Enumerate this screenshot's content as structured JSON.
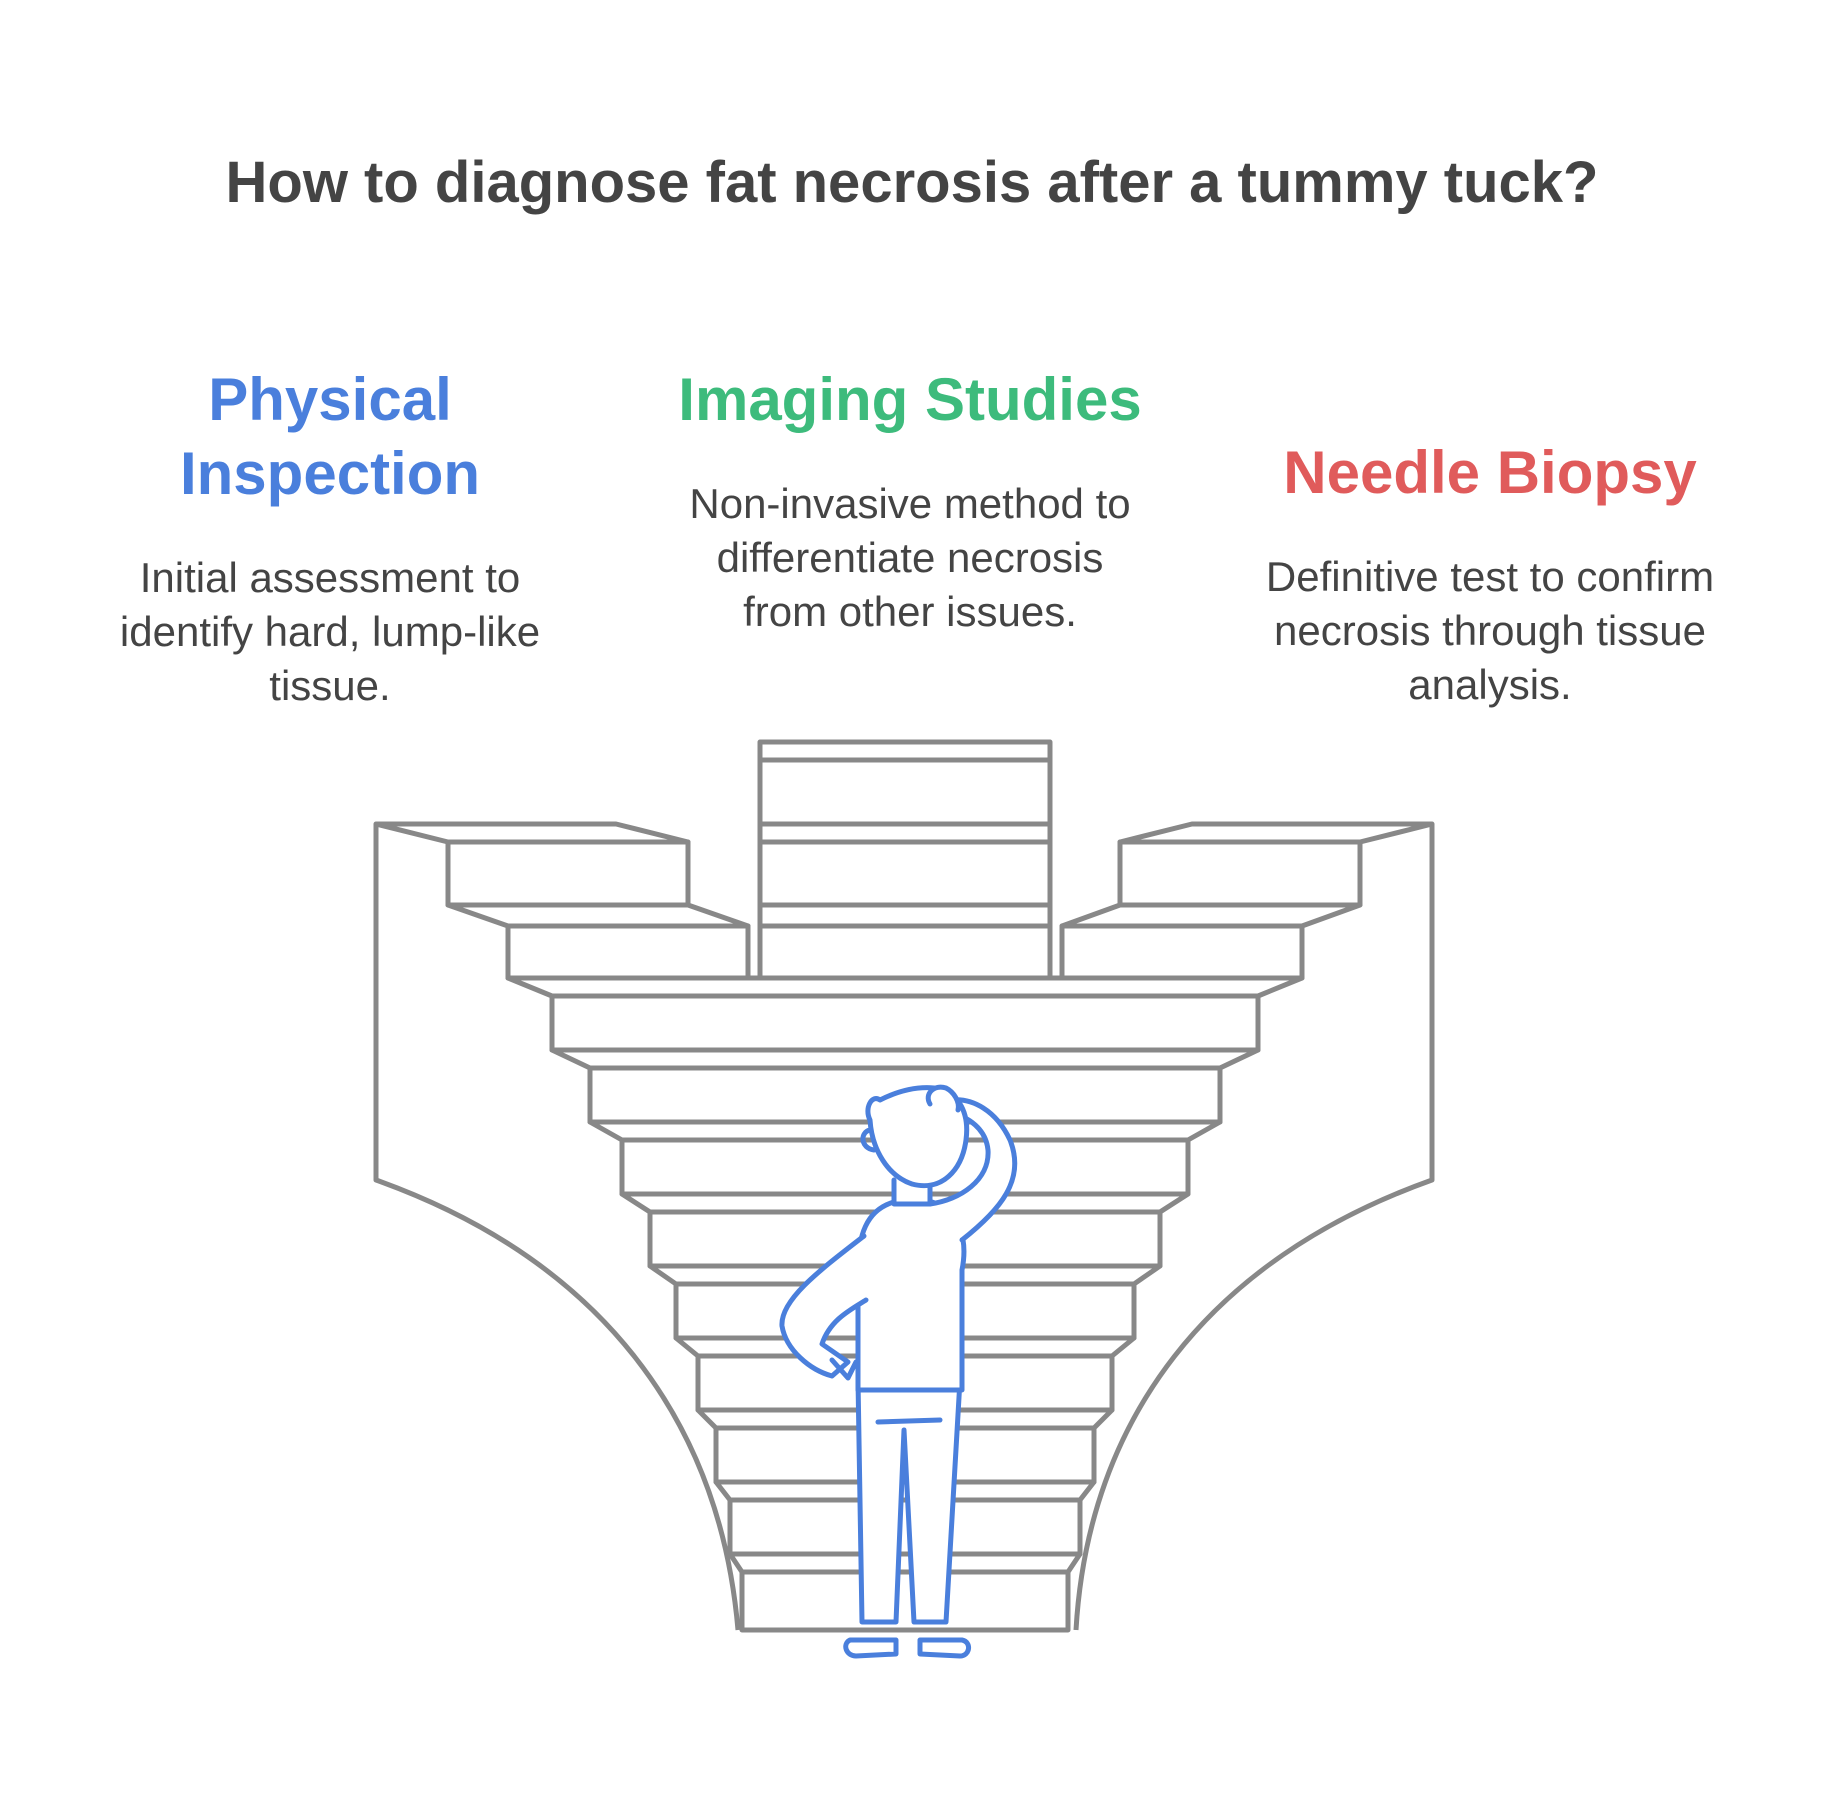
{
  "title": "How to diagnose fat necrosis after a tummy tuck?",
  "steps": [
    {
      "heading_line1": "Physical",
      "heading_line2": "Inspection",
      "desc_line1": "Initial assessment to",
      "desc_line2": "identify hard, lump-like",
      "desc_line3": "tissue.",
      "color": "#4a7fdc"
    },
    {
      "heading_line1": "Imaging Studies",
      "desc_line1": "Non-invasive method to",
      "desc_line2": "differentiate necrosis",
      "desc_line3": "from other issues.",
      "color": "#3dbb7c"
    },
    {
      "heading_line1": "Needle Biopsy",
      "desc_line1": "Definitive test to confirm",
      "desc_line2": "necrosis through tissue",
      "desc_line3": "analysis.",
      "color": "#e05b5b"
    }
  ],
  "colors": {
    "text": "#444444",
    "stairs_stroke": "#888888",
    "person_stroke": "#4a7fdc"
  },
  "icons": {
    "stairs": "staircase-illustration-icon",
    "person": "thinking-person-icon"
  }
}
